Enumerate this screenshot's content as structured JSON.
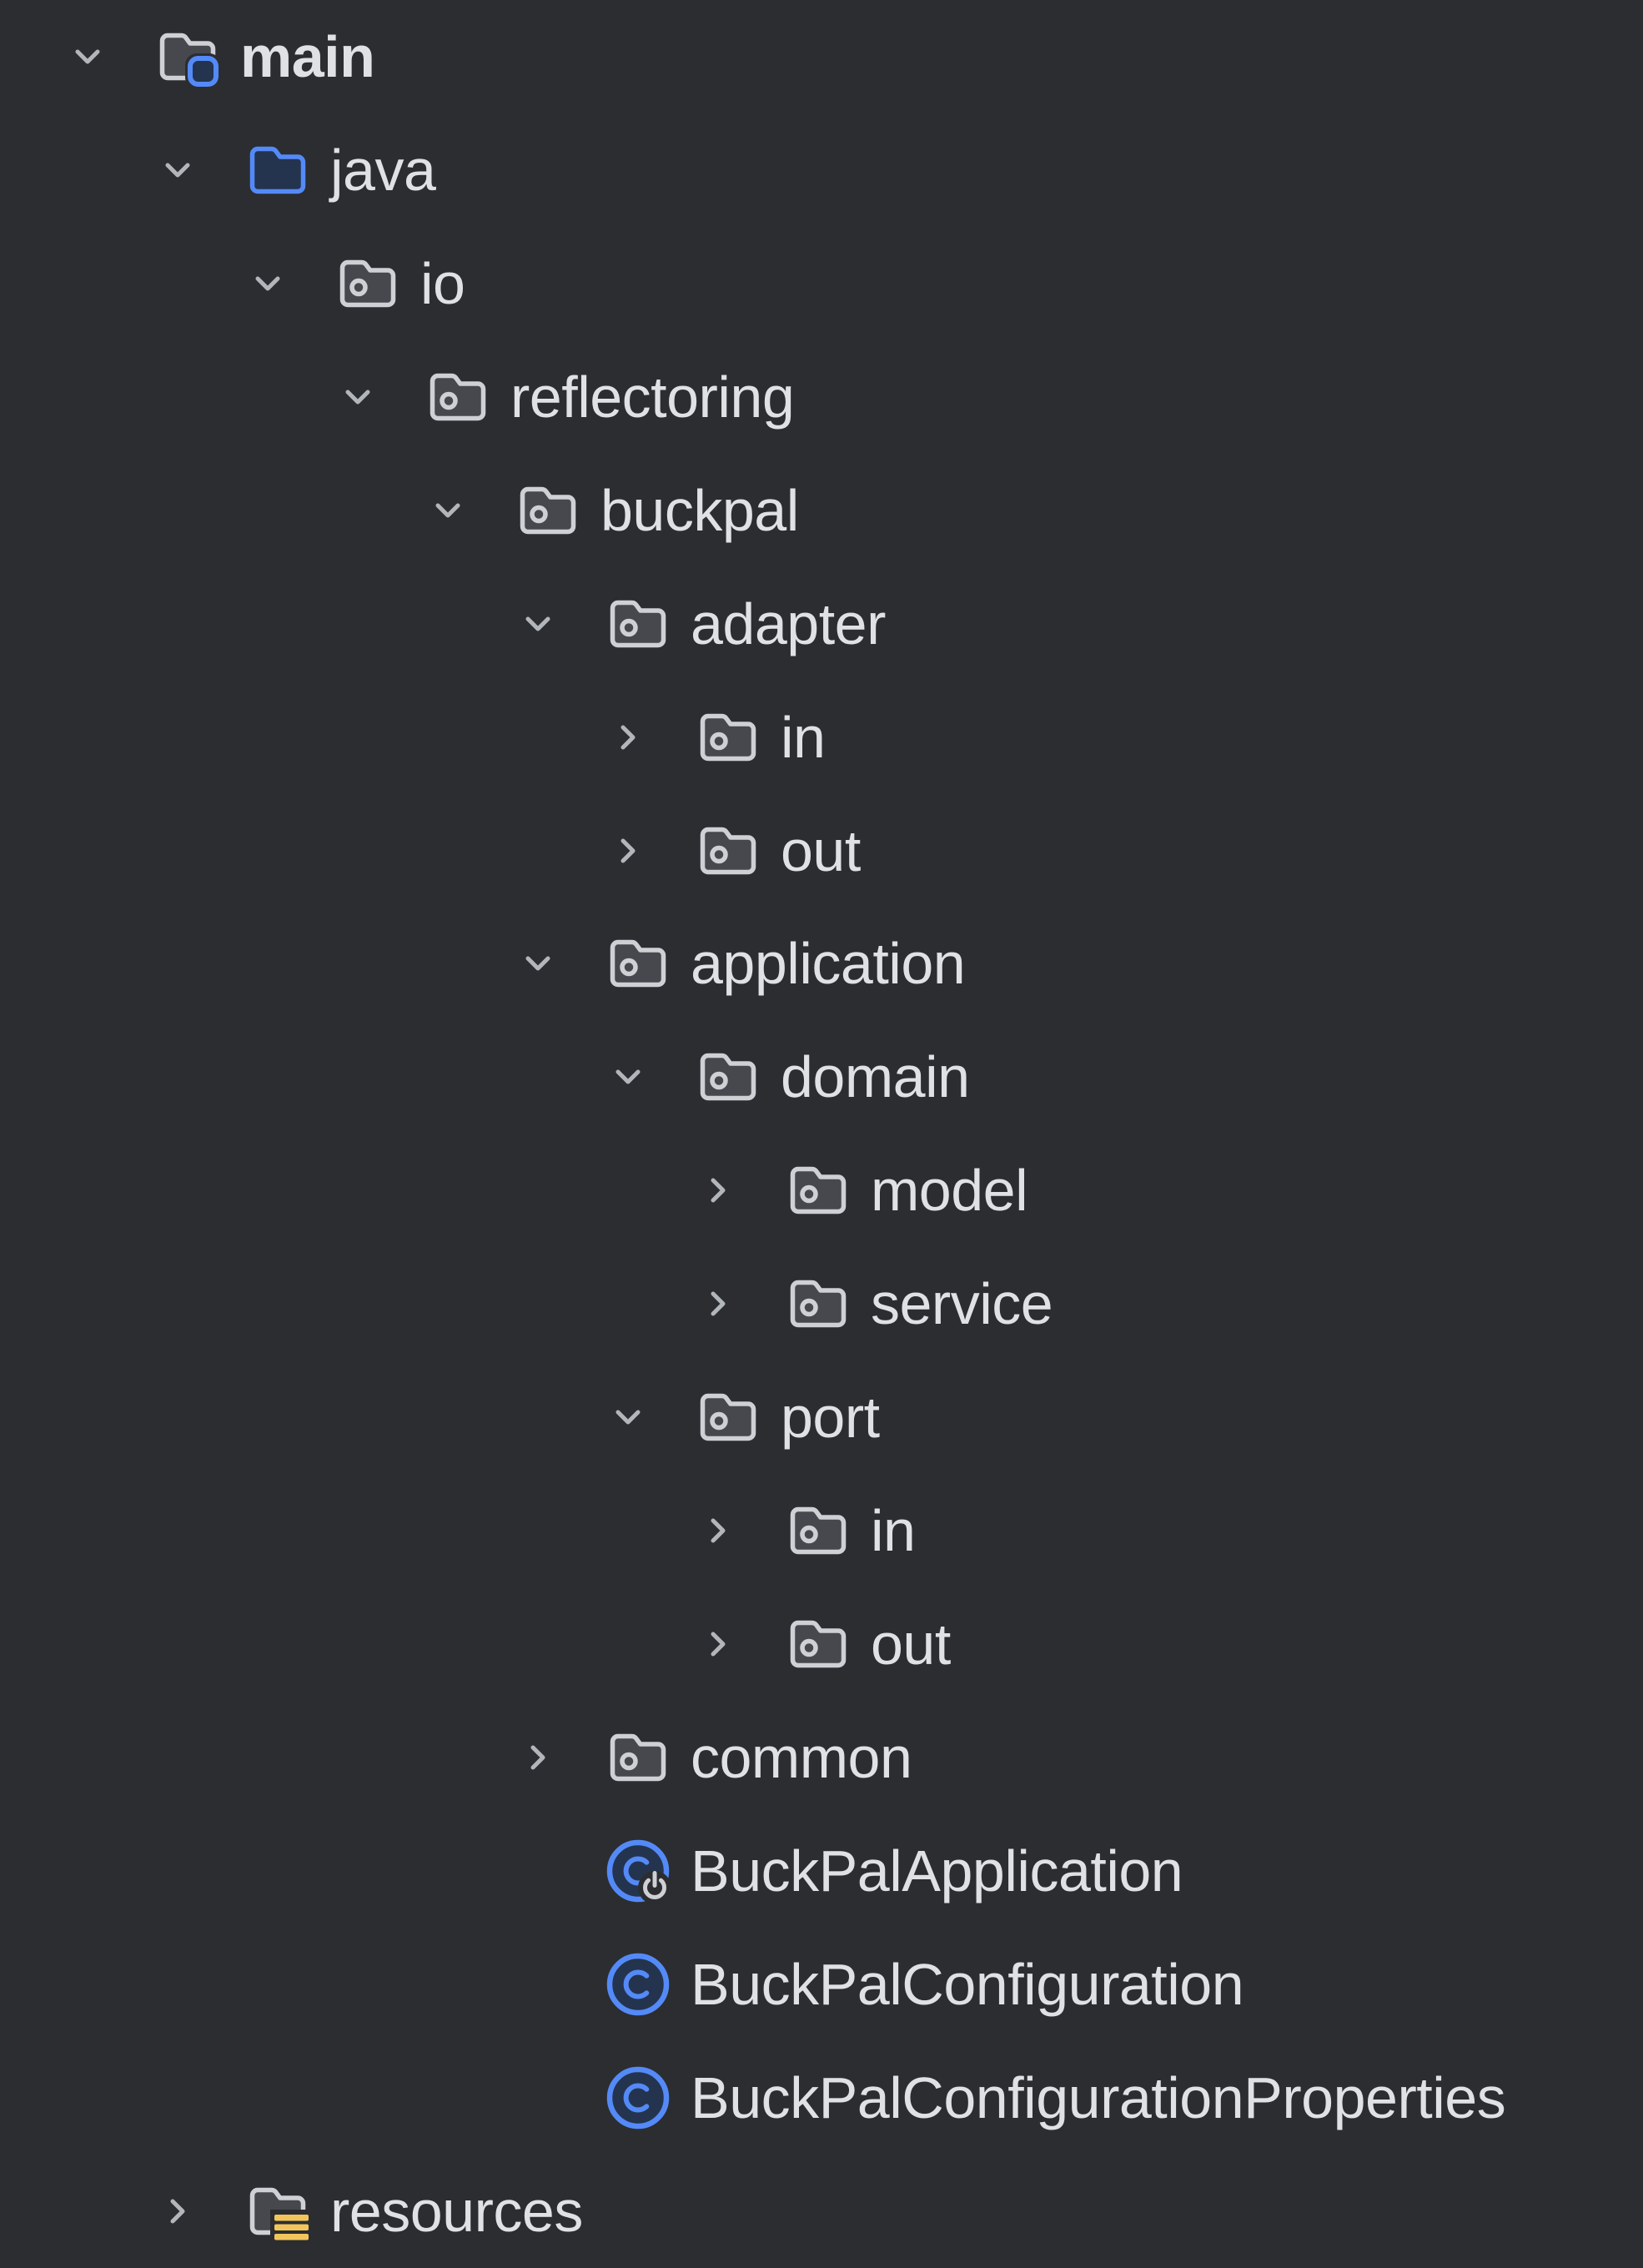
{
  "panel": {
    "name": "project-tree"
  },
  "colors": {
    "background": "#2B2D30",
    "text": "#DFE1E5",
    "chevron": "#B2B6BB",
    "folder_fill": "#46484D",
    "folder_stroke": "#CED0D6",
    "accent_blue": "#548AF7",
    "icon_fill_navy": "#24344F",
    "resources_yellow": "#F2C55C",
    "run_badge_gray": "#CED0D6"
  },
  "tree": {
    "items": [
      {
        "label": "main",
        "level": 0,
        "expanded": true,
        "icon": "module-folder-icon",
        "bold": true
      },
      {
        "label": "java",
        "level": 1,
        "expanded": true,
        "icon": "java-source-folder-icon",
        "bold": false
      },
      {
        "label": "io",
        "level": 2,
        "expanded": true,
        "icon": "package-folder-icon",
        "bold": false
      },
      {
        "label": "reflectoring",
        "level": 3,
        "expanded": true,
        "icon": "package-folder-icon",
        "bold": false
      },
      {
        "label": "buckpal",
        "level": 4,
        "expanded": true,
        "icon": "package-folder-icon",
        "bold": false
      },
      {
        "label": "adapter",
        "level": 5,
        "expanded": true,
        "icon": "package-folder-icon",
        "bold": false
      },
      {
        "label": "in",
        "level": 6,
        "expanded": false,
        "icon": "package-folder-icon",
        "bold": false
      },
      {
        "label": "out",
        "level": 6,
        "expanded": false,
        "icon": "package-folder-icon",
        "bold": false
      },
      {
        "label": "application",
        "level": 5,
        "expanded": true,
        "icon": "package-folder-icon",
        "bold": false
      },
      {
        "label": "domain",
        "level": 6,
        "expanded": true,
        "icon": "package-folder-icon",
        "bold": false
      },
      {
        "label": "model",
        "level": 7,
        "expanded": false,
        "icon": "package-folder-icon",
        "bold": false
      },
      {
        "label": "service",
        "level": 7,
        "expanded": false,
        "icon": "package-folder-icon",
        "bold": false
      },
      {
        "label": "port",
        "level": 6,
        "expanded": true,
        "icon": "package-folder-icon",
        "bold": false
      },
      {
        "label": "in",
        "level": 7,
        "expanded": false,
        "icon": "package-folder-icon",
        "bold": false
      },
      {
        "label": "out",
        "level": 7,
        "expanded": false,
        "icon": "package-folder-icon",
        "bold": false
      },
      {
        "label": "common",
        "level": 5,
        "expanded": false,
        "icon": "package-folder-icon",
        "bold": false
      },
      {
        "label": "BuckPalApplication",
        "level": 5,
        "expanded": null,
        "icon": "runnable-class-icon",
        "bold": false
      },
      {
        "label": "BuckPalConfiguration",
        "level": 5,
        "expanded": null,
        "icon": "class-icon",
        "bold": false
      },
      {
        "label": "BuckPalConfigurationProperties",
        "level": 5,
        "expanded": null,
        "icon": "class-icon",
        "bold": false
      },
      {
        "label": "resources",
        "level": 1,
        "expanded": false,
        "icon": "resources-folder-icon",
        "bold": false
      }
    ]
  }
}
